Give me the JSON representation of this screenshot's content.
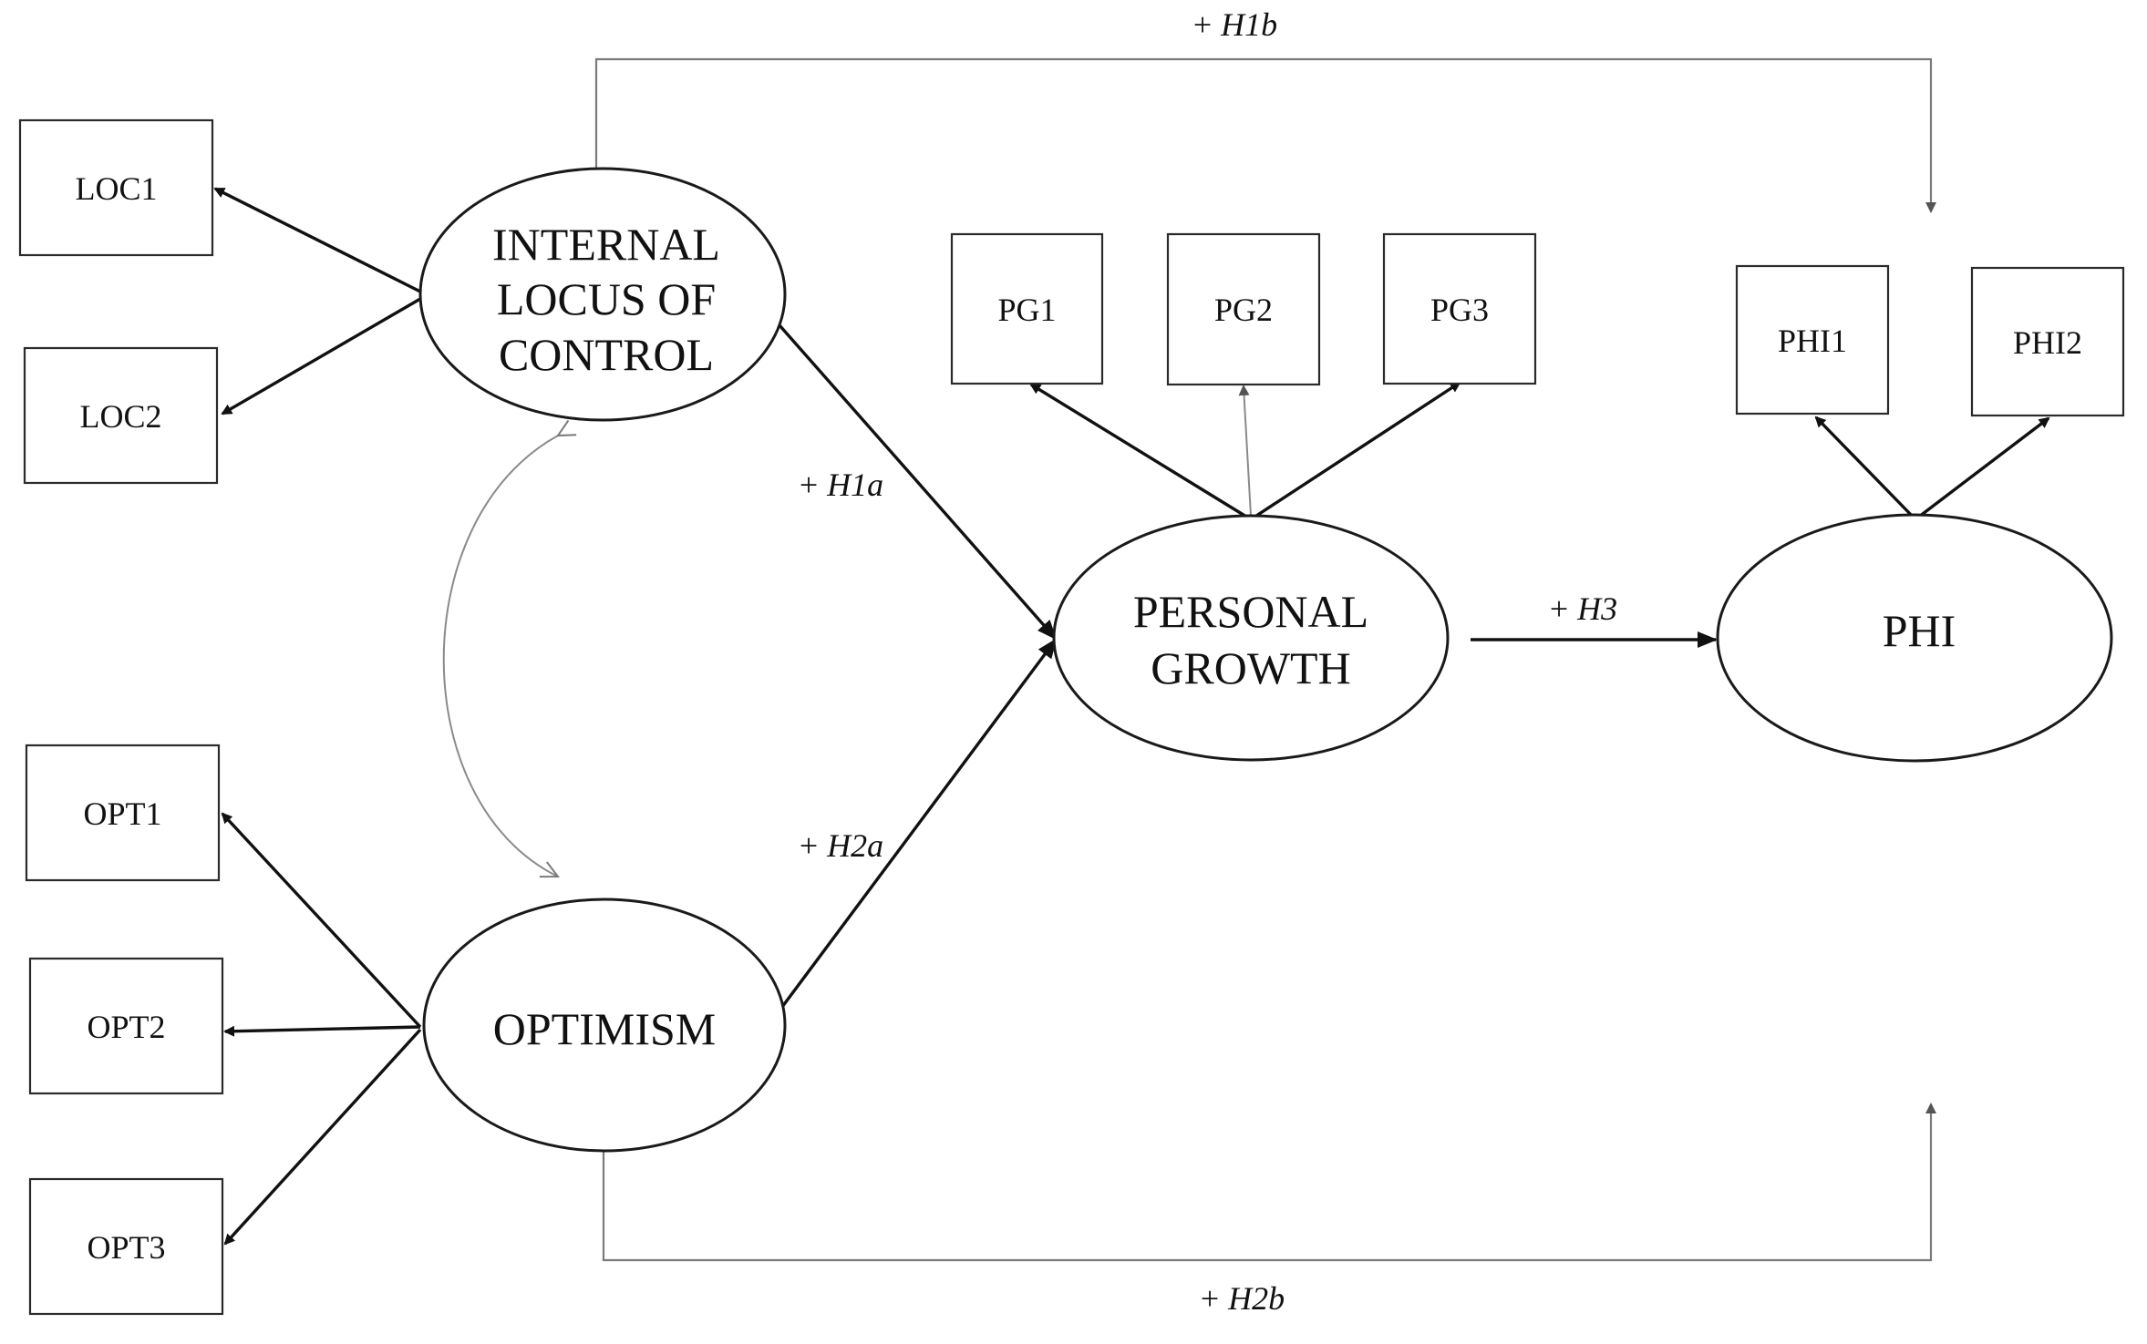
{
  "constructs": {
    "internal_locus_of_control": {
      "lines": [
        "INTERNAL",
        "LOCUS OF",
        "CONTROL"
      ]
    },
    "optimism": {
      "lines": [
        "OPTIMISM"
      ]
    },
    "personal_growth": {
      "lines": [
        "PERSONAL",
        "GROWTH"
      ]
    },
    "phi": {
      "lines": [
        "PHI"
      ]
    }
  },
  "indicators": {
    "loc1": "LOC1",
    "loc2": "LOC2",
    "opt1": "OPT1",
    "opt2": "OPT2",
    "opt3": "OPT3",
    "pg1": "PG1",
    "pg2": "PG2",
    "pg3": "PG3",
    "phi1": "PHI1",
    "phi2": "PHI2"
  },
  "hypotheses": {
    "h1a": {
      "sign": "+",
      "label": "H1a"
    },
    "h1b": {
      "sign": "+",
      "label": "H1b"
    },
    "h2a": {
      "sign": "+",
      "label": "H2a"
    },
    "h2b": {
      "sign": "+",
      "label": "H2b"
    },
    "h3": {
      "sign": "+",
      "label": "H3"
    }
  },
  "colors": {
    "strong_edge": "#111111",
    "light_edge": "#7a7a7a",
    "outline": "#1a1a1a"
  }
}
